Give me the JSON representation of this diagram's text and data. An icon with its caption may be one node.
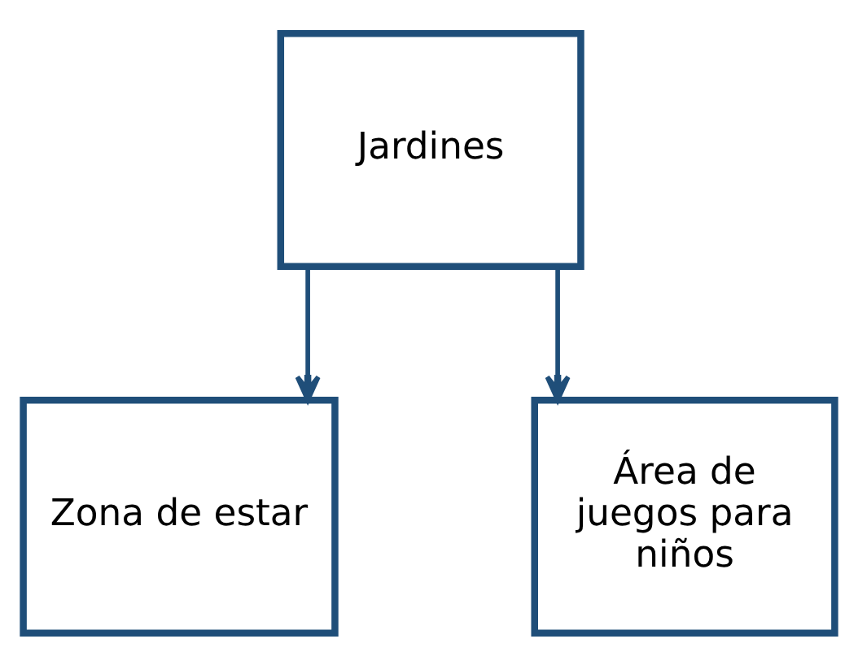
{
  "diagram": {
    "nodes": [
      {
        "text": [
          "Jardines"
        ]
      },
      {
        "text": [
          "Zona de estar"
        ]
      },
      {
        "text": [
          "Área de juegos para niños"
        ]
      }
    ],
    "edges": [
      {
        "from": 0,
        "to": 1,
        "arrow": "to"
      },
      {
        "from": 0,
        "to": 2,
        "arrow": "to"
      }
    ]
  }
}
